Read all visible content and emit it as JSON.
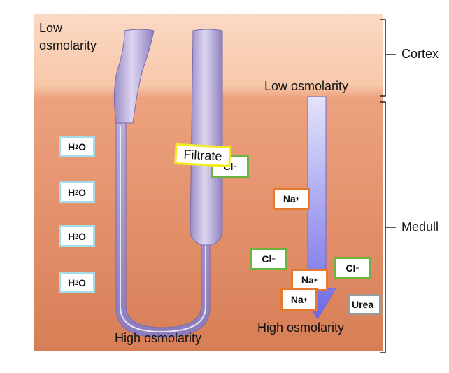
{
  "labels": {
    "cortex_top_left_line1": "Low",
    "cortex_top_left_line2": "osmolarity",
    "cortex_gradient_top": "Low osmolarity",
    "loop_bottom": "High osmolarity",
    "gradient_bottom": "High osmolarity",
    "cortex": "Cortex",
    "medulla": "Medull",
    "filtrate": "Filtrate"
  },
  "molecules": {
    "water": {
      "base": "H",
      "sub": "2",
      "tail": "O"
    },
    "chloride": {
      "base": "Cl",
      "sup": "−"
    },
    "sodium": {
      "base": "Na",
      "sup": "+"
    },
    "urea": "Urea"
  },
  "colors": {
    "cortex_bg": "#fbd9c4",
    "medulla_top": "#eda27f",
    "medulla_bottom": "#d77e56",
    "tube": "#b4a7d6",
    "water_border": "#a6dbe8",
    "chloride_border": "#6db33f",
    "sodium_border": "#e8782e",
    "urea_border": "#9a9a9a",
    "filtrate_border": "#f2ec1c",
    "gradient_arrow": "#7b74e6"
  }
}
